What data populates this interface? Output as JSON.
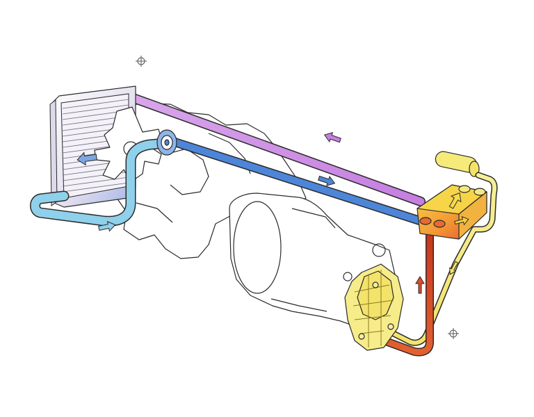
{
  "diagram": {
    "components": [
      "radiator",
      "cooling-fan",
      "water-pump",
      "engine-block",
      "transmission",
      "thermostat-housing",
      "expansion-tank",
      "gearbox-housing"
    ],
    "coolant_lines": [
      {
        "name": "cold-line-top",
        "color": "#c87ee0"
      },
      {
        "name": "cold-line-mid",
        "color": "#4d86d8"
      },
      {
        "name": "radiator-inlet",
        "color": "#7bc7e6"
      },
      {
        "name": "hot-line",
        "color": "#e44a28"
      },
      {
        "name": "expansion-line",
        "color": "#f3e36a"
      }
    ],
    "colors": {
      "outline": "#2a2a2a",
      "violet": "#c87ee0",
      "blue": "#4d86d8",
      "light_blue": "#7bc7e6",
      "red": "#e44a28",
      "orange": "#f39a36",
      "yellow": "#f3e36a",
      "pale_yellow": "#f7ef9a"
    },
    "flow_arrows": [
      "arrow-left-top-line",
      "arrow-right-mid-line",
      "arrow-radiator-out",
      "arrow-radiator-inlet",
      "arrow-hot-line-up",
      "arrow-expansion-down",
      "arrow-thermostat-up",
      "arrow-thermostat-right"
    ]
  }
}
